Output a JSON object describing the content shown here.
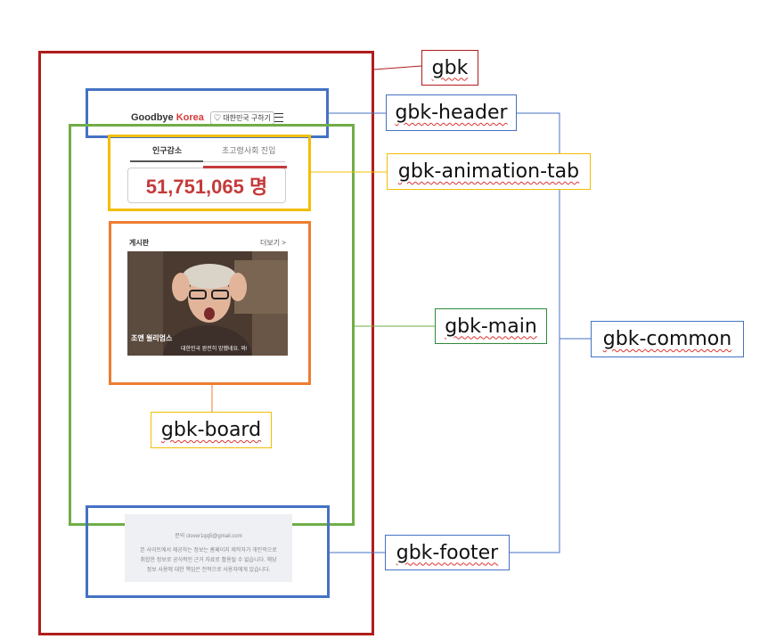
{
  "labels": {
    "gbk": "gbk",
    "header": "gbk-header",
    "animation_tab": "gbk-animation-tab",
    "main": "gbk-main",
    "common": "gbk-common",
    "board": "gbk-board",
    "footer": "gbk-footer"
  },
  "header": {
    "logo_prefix": "Goodbye ",
    "logo_accent": "Korea",
    "cta": "♡ 대한민국 구하기"
  },
  "animation_tab": {
    "tabs": [
      "인구감소",
      "초고령사회 진입"
    ],
    "counter": "51,751,065 명"
  },
  "board": {
    "title": "게시판",
    "more": "더보기 >",
    "image_caption_name": "조앤 윌리엄스",
    "image_caption_sub": "대한민국 완전히 망했네요. 와!"
  },
  "footer": {
    "contact": "문의 clover1qq5@gmail.com",
    "disclaimer": [
      "본 사이트에서 제공하는 정보는 홈페이지 제작자가 개인적으로",
      "취합한 정보로 공식적인 근거 자료로 활용될 수 없습니다. 해당",
      "정보 사용에 대한 책임은 전적으로 사용자에게 있습니다."
    ]
  },
  "colors": {
    "gbk": "#b01c1c",
    "header_footer": "#4472c4",
    "main": "#70ad47",
    "animation_tab": "#f2bd00",
    "board": "#ed7d31",
    "accent_red": "#c43b3b"
  }
}
